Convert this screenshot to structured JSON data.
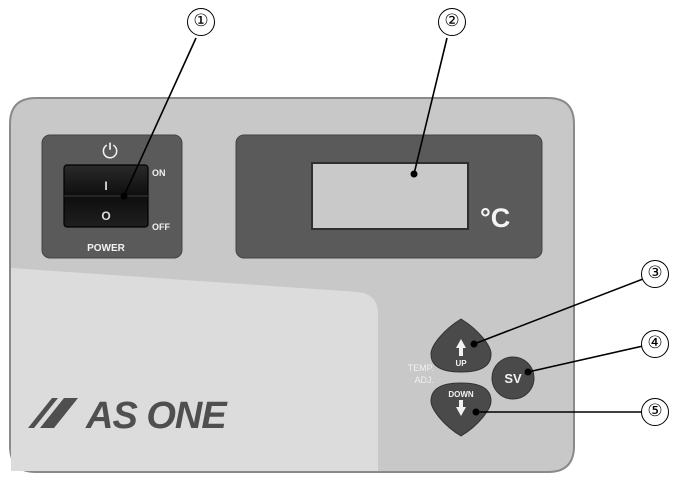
{
  "callouts": [
    "①",
    "②",
    "③",
    "④",
    "⑤"
  ],
  "switch": {
    "power_symbol": "⏻",
    "on_position": "I",
    "off_position": "O",
    "on_label": "ON",
    "off_label": "OFF",
    "label": "POWER"
  },
  "display": {
    "unit": "°C"
  },
  "buttons": {
    "up_label": "UP",
    "down_label": "DOWN",
    "sv_label": "SV",
    "temp_adj_line1": "TEMP.",
    "temp_adj_line2": "ADJ."
  },
  "brand": {
    "text": "AS ONE"
  },
  "colors": {
    "panel": "#c8c8c8",
    "panel_border": "#8a8a8a",
    "dark_block": "#5a5a5a",
    "display_window": "#c9c9c9",
    "button": "#4a4a4a",
    "brand": "#4f4f4f"
  }
}
